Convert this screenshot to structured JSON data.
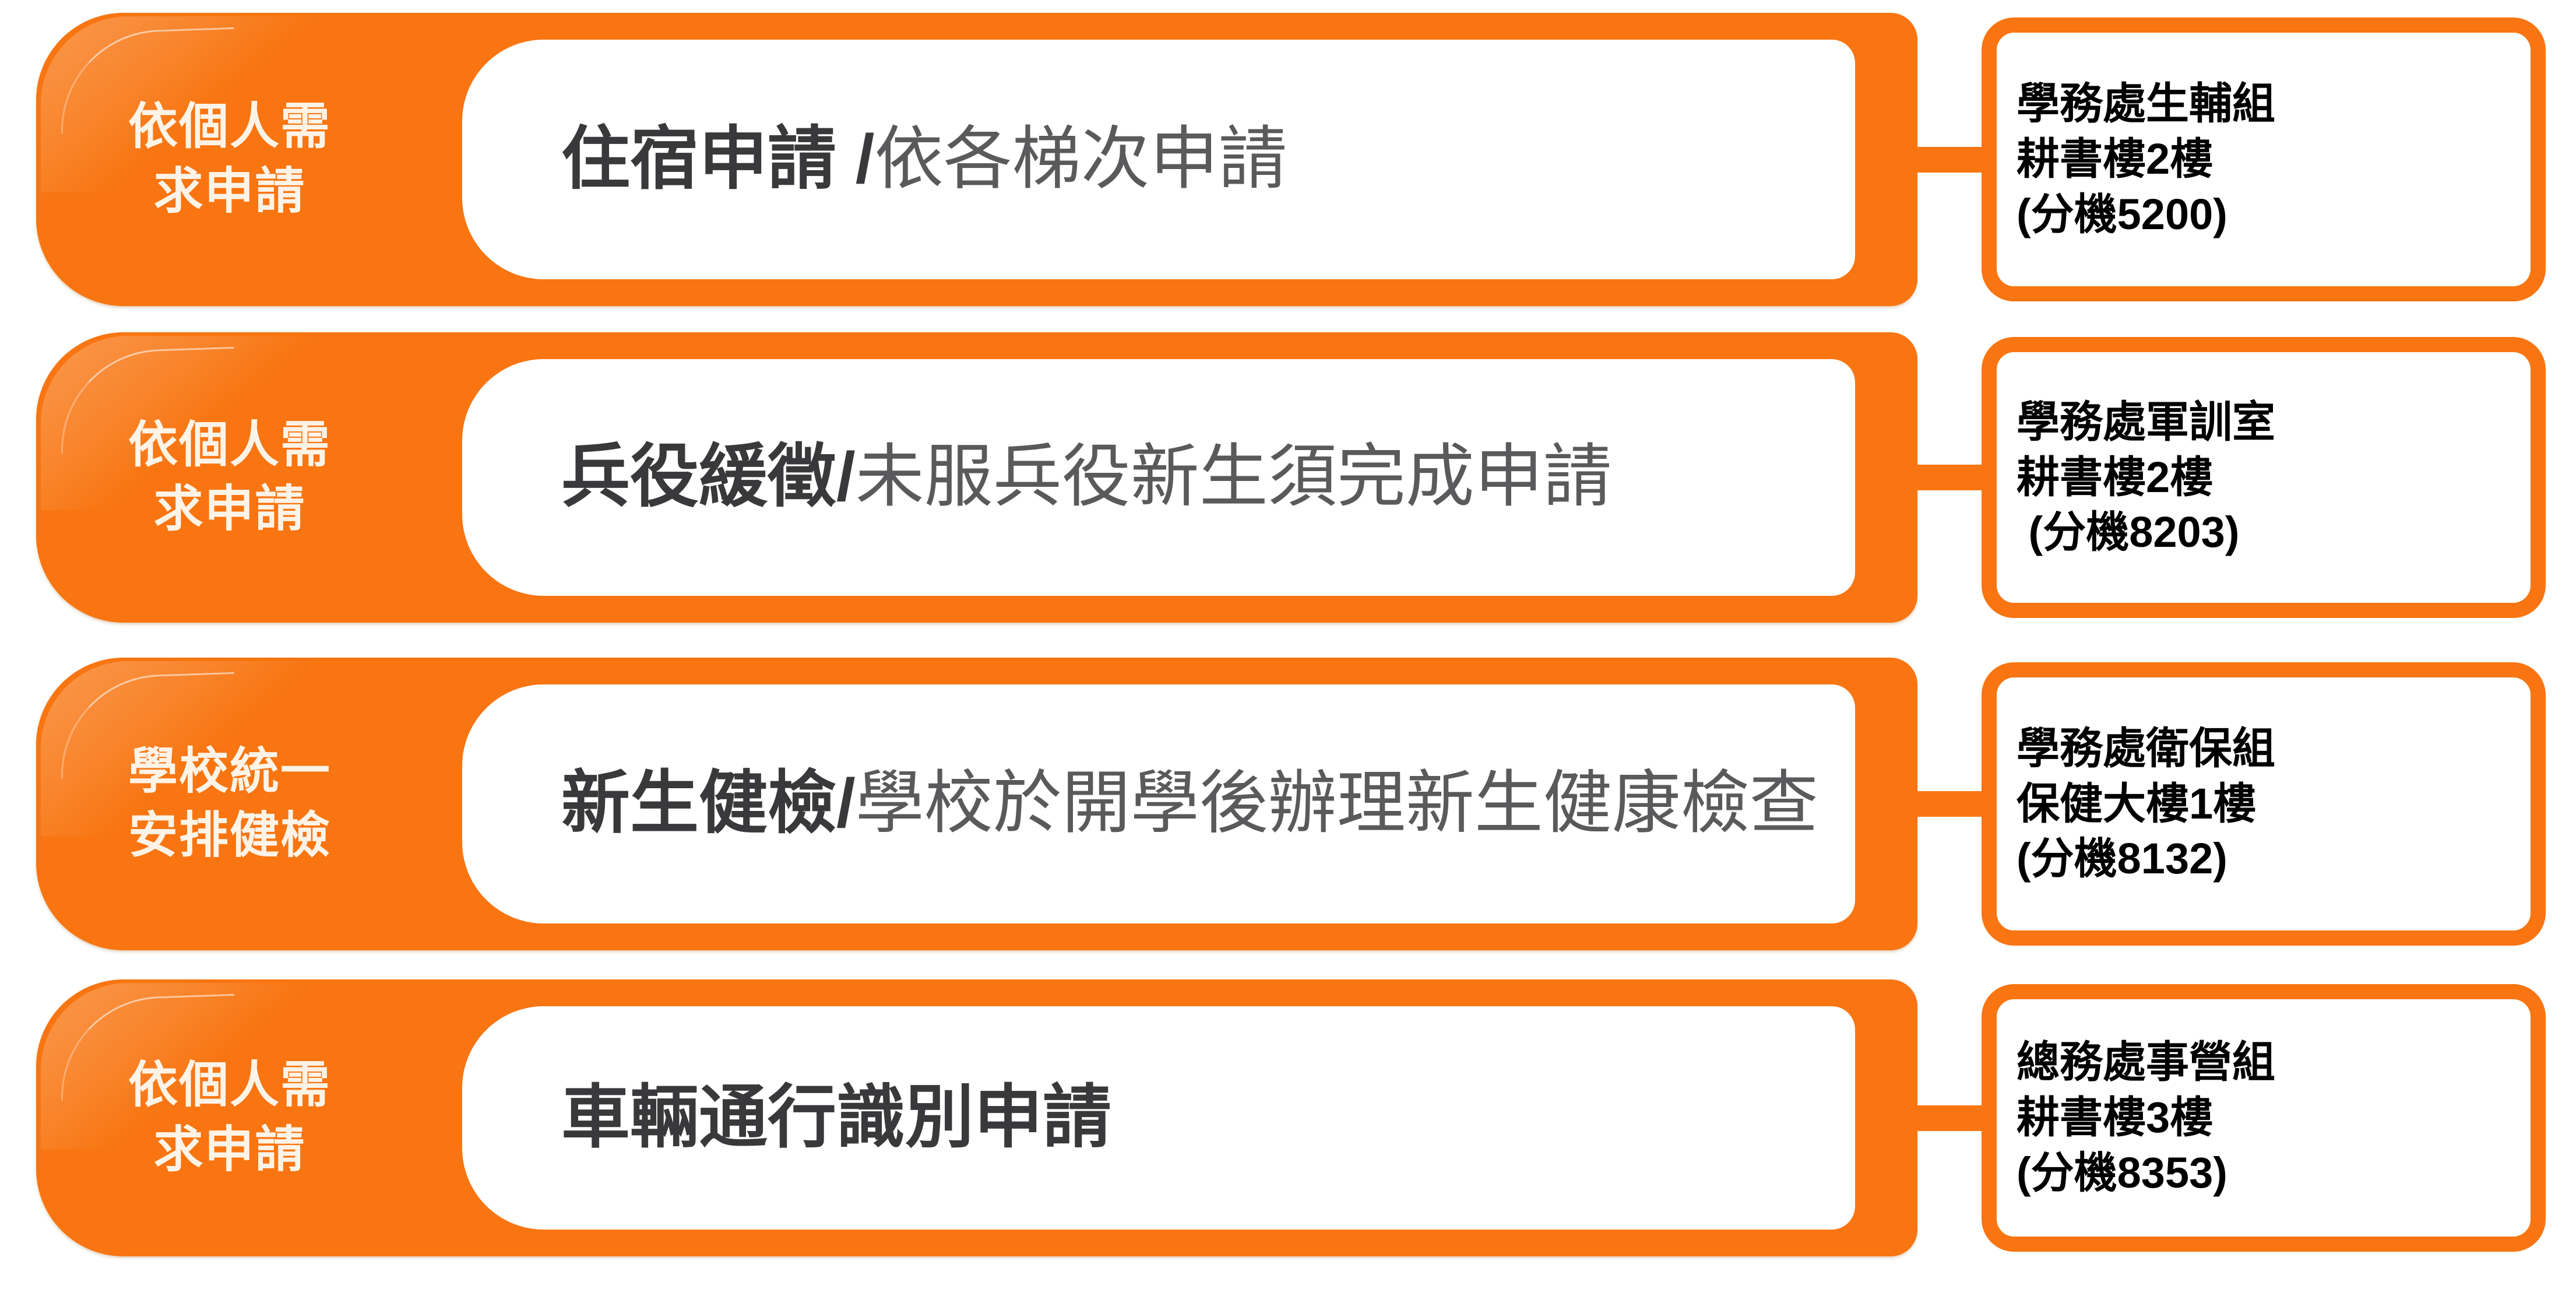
{
  "colors": {
    "orange": "#F87511",
    "badge_text": "#FDF3E7",
    "main_text": "#3B3B3D",
    "sub_text": "#5A5A5C",
    "contact_text": "#000000",
    "card_bg": "#FFFFFF"
  },
  "rows": [
    {
      "badge": "依個人需\n求申請",
      "title": "住宿申請 /",
      "detail": "依各梯次申請",
      "contact": {
        "office": "學務處生輔組",
        "location": "耕書樓2樓",
        "extension": "(分機5200)"
      }
    },
    {
      "badge": "依個人需\n求申請",
      "title": "兵役緩徵/",
      "detail": "未服兵役新生須完成申請",
      "contact": {
        "office": "學務處軍訓室",
        "location": "耕書樓2樓",
        "extension": " (分機8203)"
      }
    },
    {
      "badge": "學校統一\n安排健檢",
      "title": "新生健檢/",
      "detail": "學校於開學後辦理新生健康檢查",
      "contact": {
        "office": "學務處衛保組",
        "location": "保健大樓1樓",
        "extension": "(分機8132)"
      }
    },
    {
      "badge": "依個人需\n求申請",
      "title": "車輛通行識別申請",
      "detail": "",
      "contact": {
        "office": "總務處事營組",
        "location": "耕書樓3樓",
        "extension": "(分機8353)"
      }
    }
  ]
}
